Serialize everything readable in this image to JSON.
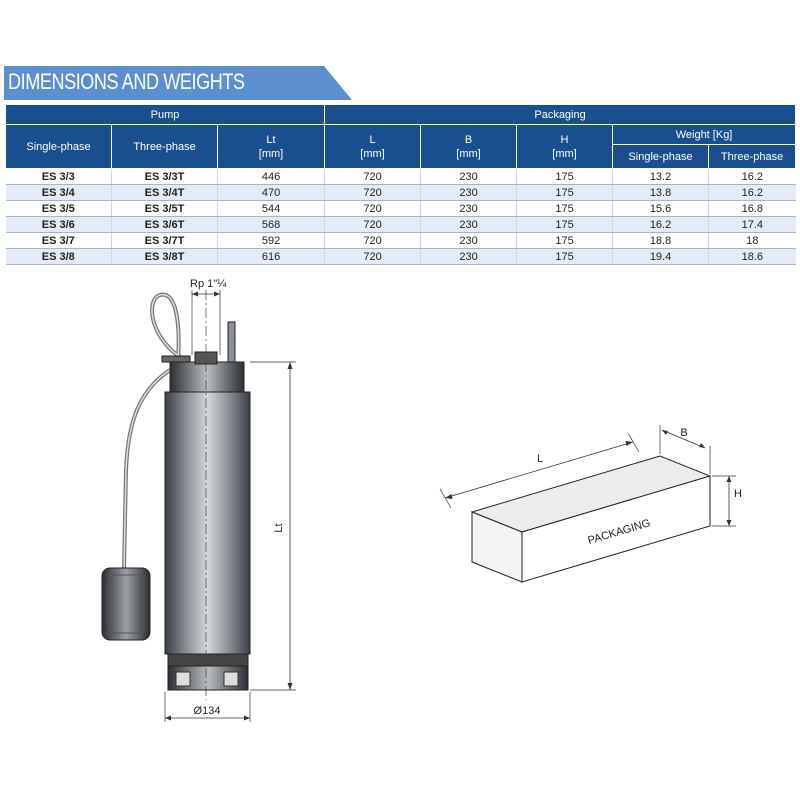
{
  "header": {
    "title": "DIMENSIONS AND WEIGHTS"
  },
  "table": {
    "group_pump": "Pump",
    "group_packaging": "Packaging",
    "col_single": "Single-phase",
    "col_three": "Three-phase",
    "col_lt": "Lt",
    "col_l": "L",
    "col_b": "B",
    "col_h": "H",
    "unit_mm": "[mm]",
    "col_weight": "Weight [Kg]",
    "col_w_single": "Single-phase",
    "col_w_three": "Three-phase",
    "rows": [
      {
        "single": "ES 3/3",
        "three": "ES 3/3T",
        "lt": "446",
        "l": "720",
        "b": "230",
        "h": "175",
        "w_single": "13.2",
        "w_three": "16.2"
      },
      {
        "single": "ES 3/4",
        "three": "ES 3/4T",
        "lt": "470",
        "l": "720",
        "b": "230",
        "h": "175",
        "w_single": "13.8",
        "w_three": "16.2"
      },
      {
        "single": "ES 3/5",
        "three": "ES 3/5T",
        "lt": "544",
        "l": "720",
        "b": "230",
        "h": "175",
        "w_single": "15.6",
        "w_three": "16.8"
      },
      {
        "single": "ES 3/6",
        "three": "ES 3/6T",
        "lt": "568",
        "l": "720",
        "b": "230",
        "h": "175",
        "w_single": "16.2",
        "w_three": "17.4"
      },
      {
        "single": "ES 3/7",
        "three": "ES 3/7T",
        "lt": "592",
        "l": "720",
        "b": "230",
        "h": "175",
        "w_single": "18.8",
        "w_three": "18"
      },
      {
        "single": "ES 3/8",
        "three": "ES 3/8T",
        "lt": "616",
        "l": "720",
        "b": "230",
        "h": "175",
        "w_single": "19.4",
        "w_three": "18.6"
      }
    ]
  },
  "pump_drawing": {
    "rp_label": "Rp 1\"¼",
    "lt_label": "Lt",
    "diameter_label": "Ø134"
  },
  "package_drawing": {
    "l_label": "L",
    "b_label": "B",
    "h_label": "H",
    "box_text": "PACKAGING"
  },
  "colors": {
    "header_blue": "#1a4f8f",
    "banner_blue": "#5b8fd0",
    "row_alt": "#e4ebf4"
  }
}
